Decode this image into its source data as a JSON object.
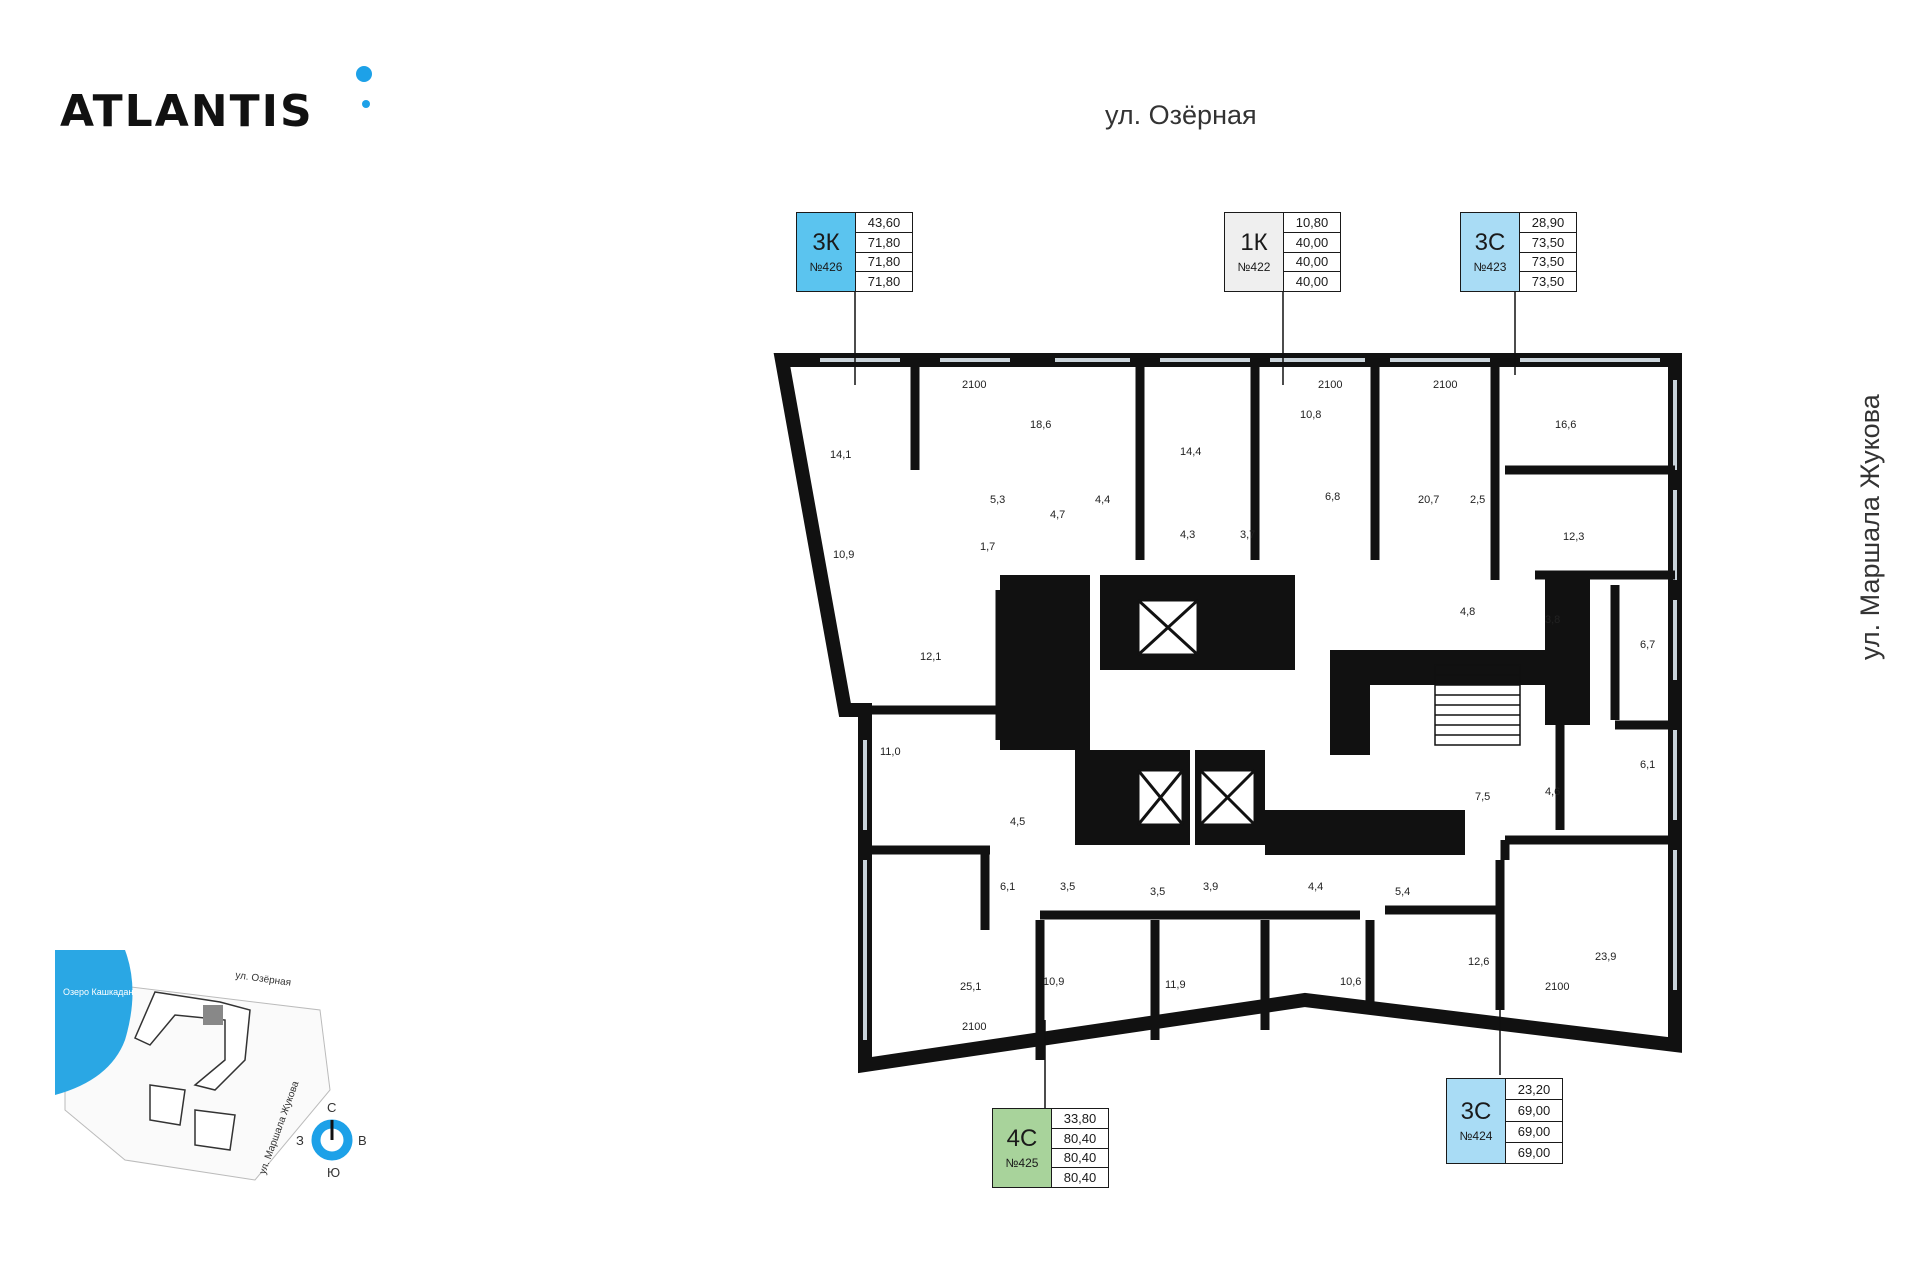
{
  "brand": {
    "name": "ATLANTIS",
    "accent": "#1da1e8"
  },
  "streets": {
    "north": "ул. Озёрная",
    "east": "ул. Маршала Жукова"
  },
  "apartments": [
    {
      "type": "3К",
      "number": "№426",
      "areas": [
        "43,60",
        "71,80",
        "71,80",
        "71,80"
      ],
      "color": "#5bc4ef"
    },
    {
      "type": "1К",
      "number": "№422",
      "areas": [
        "10,80",
        "40,00",
        "40,00",
        "40,00"
      ],
      "color": "#efefef"
    },
    {
      "type": "3С",
      "number": "№423",
      "areas": [
        "28,90",
        "73,50",
        "73,50",
        "73,50"
      ],
      "color": "#a9dcf5"
    },
    {
      "type": "4С",
      "number": "№425",
      "areas": [
        "33,80",
        "80,40",
        "80,40",
        "80,40"
      ],
      "color": "#a8d39b"
    },
    {
      "type": "3С",
      "number": "№424",
      "areas": [
        "23,20",
        "69,00",
        "69,00",
        "69,00"
      ],
      "color": "#a9dcf5"
    }
  ],
  "room_areas": [
    "14,1",
    "18,6",
    "10,9",
    "5,3",
    "4,7",
    "4,4",
    "1,7",
    "12,1",
    "11,0",
    "4,5",
    "6,1",
    "25,1",
    "14,4",
    "10,8",
    "4,3",
    "3,7",
    "6,8",
    "20,7",
    "2,5",
    "16,6",
    "12,3",
    "4,8",
    "3,8",
    "6,7",
    "6,1",
    "7,5",
    "4,6",
    "3,5",
    "3,5",
    "3,9",
    "4,4",
    "5,4",
    "10,9",
    "11,9",
    "10,6",
    "12,6",
    "23,9"
  ],
  "window_labels": [
    "2100",
    "2100",
    "2100",
    "2100",
    "2100"
  ],
  "minimap": {
    "lake": "Озеро\nКашкадан",
    "street_north": "ул. Озёрная",
    "street_east": "ул. Маршала Жукова",
    "lake_color": "#2aa7e4"
  },
  "compass": {
    "north": "С",
    "south": "Ю",
    "west": "З",
    "east": "В"
  }
}
